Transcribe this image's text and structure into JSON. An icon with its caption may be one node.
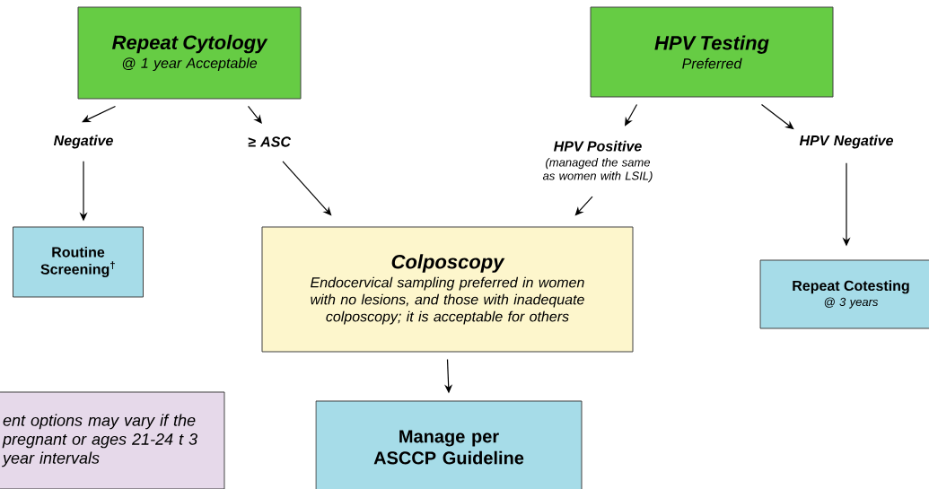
{
  "diagram": {
    "nodes": [
      {
        "text": [
          "Repeat Cytology",
          "@ 1 year Acceptable"
        ]
      },
      {
        "text": [
          "HPV Testing",
          "Preferred"
        ]
      },
      {
        "text": [
          "Negative"
        ]
      },
      {
        "text": [
          "≥ ASC"
        ]
      },
      {
        "text": [
          "HPV Positive",
          "(managed the same as women with LSIL)"
        ]
      },
      {
        "text": [
          "HPV Negative"
        ]
      },
      {
        "text": [
          "Routine Screening$^{†}$"
        ]
      },
      {
        "text": [
          "Colposcopy",
          "Endocervical sampling preferred in women with no lesions, and those with inadequate colposcopy; it is acceptable for others"
        ]
      },
      {
        "text": [
          "Repeat Cotesting",
          "@ 3 years"
        ]
      },
      {
        "text": [
          "Manage per ASCCP Guideline"
        ]
      },
      {
        "text": [
          "ent options may vary if the pregnant or ages 21-24 t 3 year intervals"
        ]
      }
    ],
    "edges": [
      {
        "from": 0,
        "to": 2,
        "arrow": "to"
      },
      {
        "from": 0,
        "to": 3,
        "arrow": "to"
      },
      {
        "from": 2,
        "to": 6,
        "arrow": "to"
      },
      {
        "from": 3,
        "to": 7,
        "arrow": "to"
      },
      {
        "from": 1,
        "to": 4,
        "arrow": "to"
      },
      {
        "from": 1,
        "to": 5,
        "arrow": "to"
      },
      {
        "from": 4,
        "to": 7,
        "arrow": "to"
      },
      {
        "from": 5,
        "to": 8,
        "arrow": "to"
      },
      {
        "from": 7,
        "to": 9,
        "arrow": "to"
      }
    ]
  }
}
